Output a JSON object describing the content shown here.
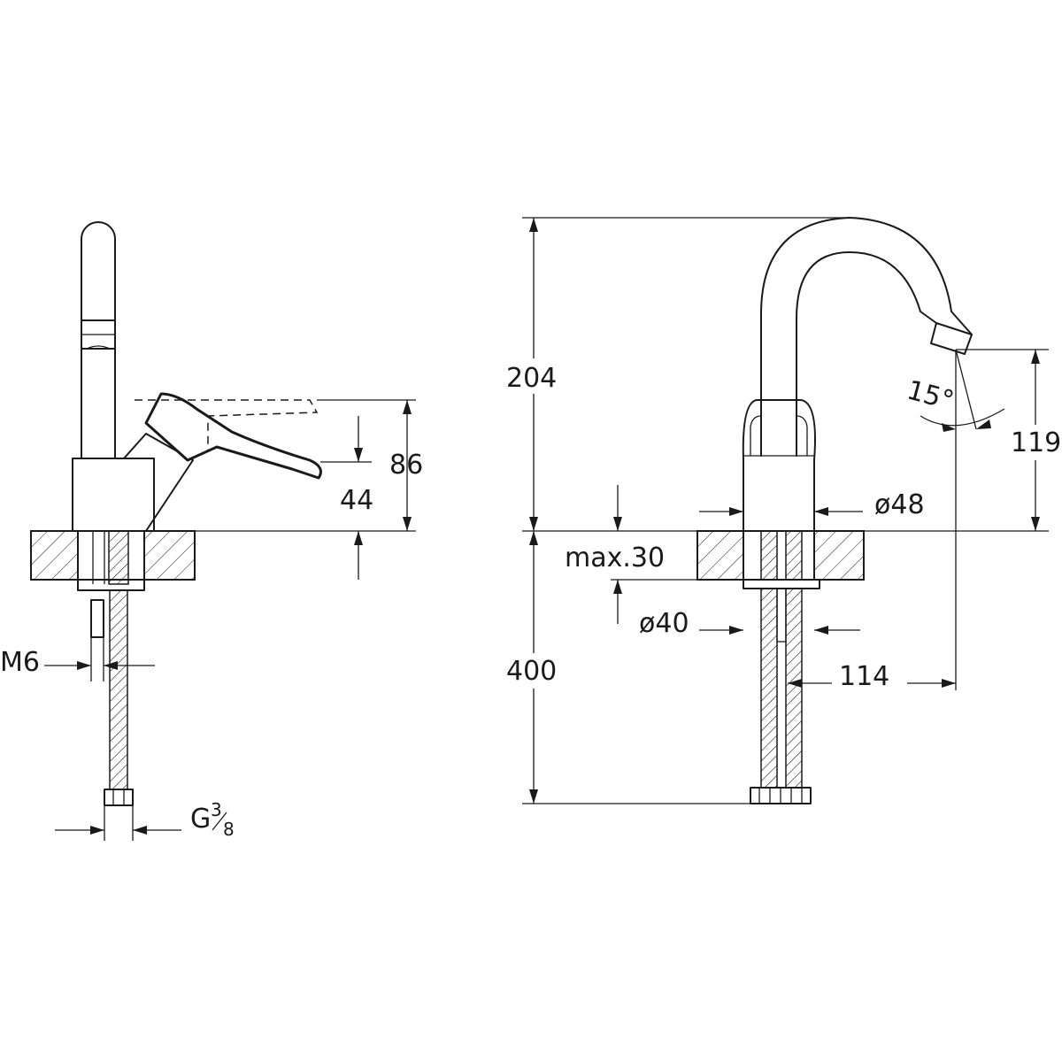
{
  "diagram": {
    "side_view": {
      "dim_height_total": "86",
      "dim_lever_height": "44",
      "dim_rod": "M6",
      "dim_thread_main": "G",
      "dim_thread_num": "3",
      "dim_thread_den": "8"
    },
    "front_view": {
      "dim_height_spout": "204",
      "dim_hose_length": "400",
      "dim_outlet_height": "119",
      "dim_angle": "15°",
      "dim_base_diameter": "ø48",
      "dim_counter_thickness": "max.30",
      "dim_hole_diameter": "ø40",
      "dim_projection": "114"
    }
  }
}
